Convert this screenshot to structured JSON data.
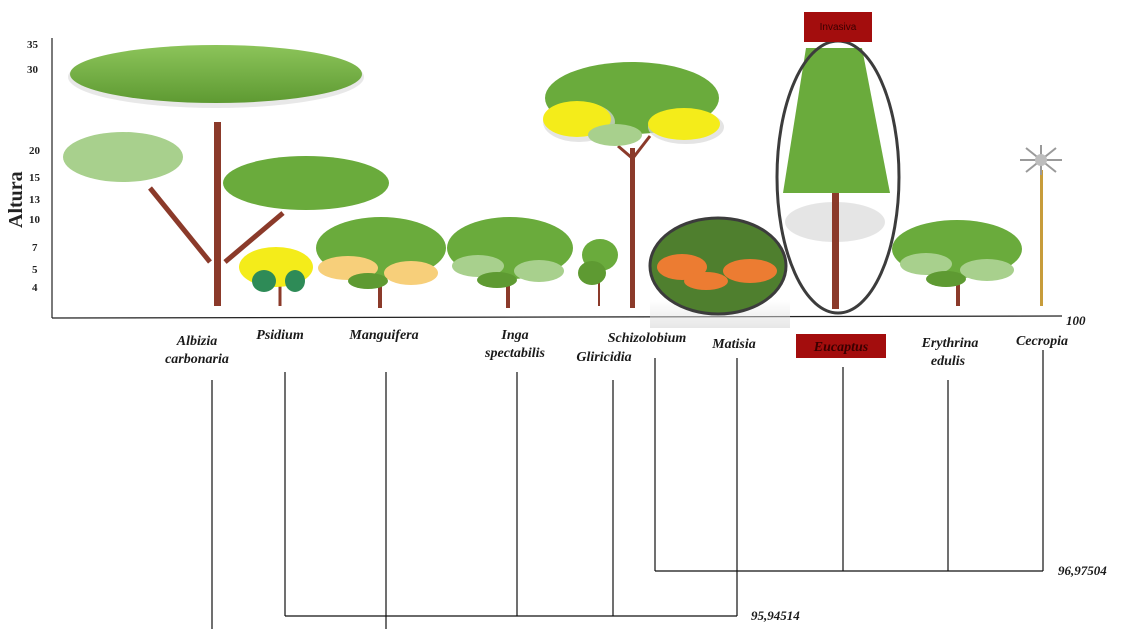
{
  "axis": {
    "ylabel": "Altura",
    "ticks": [
      "35",
      "30",
      "20",
      "15",
      "13",
      "10",
      "7",
      "5",
      "4"
    ],
    "end_label": "100"
  },
  "species": [
    {
      "line1": "Albizia",
      "line2": "carbonaria"
    },
    {
      "line1": "Psidium",
      "line2": ""
    },
    {
      "line1": "Manguifera",
      "line2": ""
    },
    {
      "line1": "Inga",
      "line2": "spectabilis"
    },
    {
      "line1": "Schizolobium",
      "line2": ""
    },
    {
      "line1": "Gliricidia",
      "line2": ""
    },
    {
      "line1": "Matisia",
      "line2": ""
    },
    {
      "line1": "Eucaptus",
      "line2": ""
    },
    {
      "line1": "Erythrina",
      "line2": "edulis"
    },
    {
      "line1": "Cecropia",
      "line2": ""
    }
  ],
  "badge_invasive": "Invasiva",
  "dendrogram": {
    "value_1": "96,97504",
    "value_2": "95,94514"
  },
  "colors": {
    "green": "#6aab3c",
    "light_green": "#a8d08d",
    "dark_green": "#4f8a2c",
    "yellow": "#f4ec1a",
    "orange": "#ec7c32",
    "trunk": "#8b3a2a",
    "badge": "#a30d0d"
  }
}
